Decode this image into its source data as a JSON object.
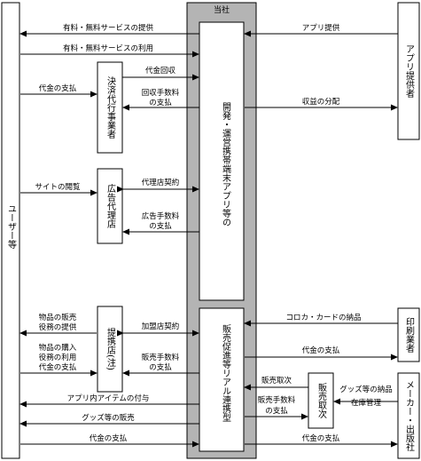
{
  "company": {
    "title": "当社"
  },
  "entities": {
    "user": "ユーザー等",
    "app_provider": "アプリ提供者",
    "payment": "決済代行事業者",
    "ad_agency": "広告代理店",
    "partner": "提携店(注)",
    "printer": "印刷業者",
    "maker": "メーカー・出版社",
    "dev_box": "開発・運営携帯端末アプリ等の",
    "sales_box": "販売促進等リアル連携型",
    "sales_agent": "販売取次"
  },
  "flows": {
    "paid_service_provide": "有料・無料サービスの提供",
    "paid_service_use": "有料・無料サービスの利用",
    "app_provide": "アプリ提供",
    "fee_collect": "代金回収",
    "fee_payment_user": "代金の支払",
    "collect_fee_pay_1": "回収手数料",
    "collect_fee_pay_2": "の支払",
    "revenue_share": "収益の分配",
    "agency_contract": "代理店契約",
    "site_browse": "サイトの閲覧",
    "ad_fee_1": "広告手数料",
    "ad_fee_2": "の支払",
    "card_delivery": "コロカ・カードの納品",
    "member_contract": "加盟店契約",
    "goods_sale_1": "物品の販売",
    "goods_sale_2": "役務の提供",
    "fee_payment_printer": "代金の支払",
    "purchase_1": "物品の購入",
    "purchase_2": "役務の利用",
    "purchase_3": "代金の支払",
    "sales_fee_1": "販売手数料",
    "sales_fee_2": "の支払",
    "sales_agency": "販売取次",
    "goods_delivery_1": "グッズ等の納品",
    "goods_delivery_2": "在庫管理",
    "sales_fee2_1": "販売手数料",
    "sales_fee2_2": "の支払",
    "app_item_grant": "アプリ内アイテムの付与",
    "goods_sale": "グッズ等の販売",
    "payment_final_left": "代金の支払",
    "payment_final_right": "代金の支払"
  }
}
